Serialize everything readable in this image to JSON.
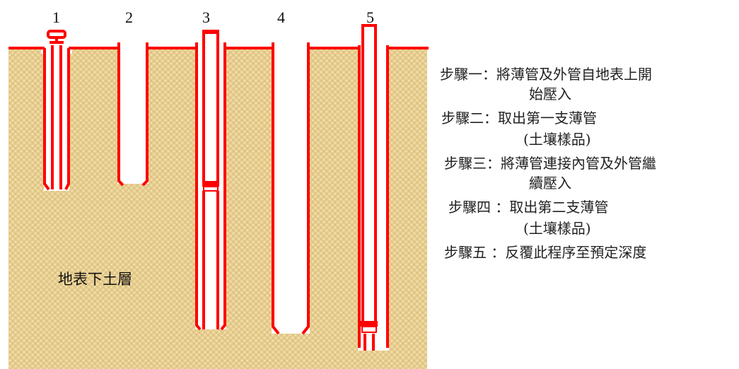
{
  "pipe_numbers": [
    "1",
    "2",
    "3",
    "4",
    "5"
  ],
  "soil_label": "地表下土層",
  "steps": [
    {
      "label": "步驟一：",
      "line1": "將薄管及外管自地表上開",
      "line2": "始壓入"
    },
    {
      "label": "步驟二：",
      "line1": "取出第一支薄管",
      "line2": "(土壤樣品)"
    },
    {
      "label": "步驟三：",
      "line1": "將薄管連接內管及外管繼",
      "line2": "續壓入"
    },
    {
      "label": "步驟四 ：",
      "line1": "取出第二支薄管",
      "line2": "(土壤樣品)"
    },
    {
      "label": "步驟五 ：",
      "line1": "反覆此程序至預定深度",
      "line2": ""
    }
  ],
  "colors": {
    "soil": "#e3c98a",
    "pipe": "#ff0000",
    "ground_line": "#ff0000"
  }
}
